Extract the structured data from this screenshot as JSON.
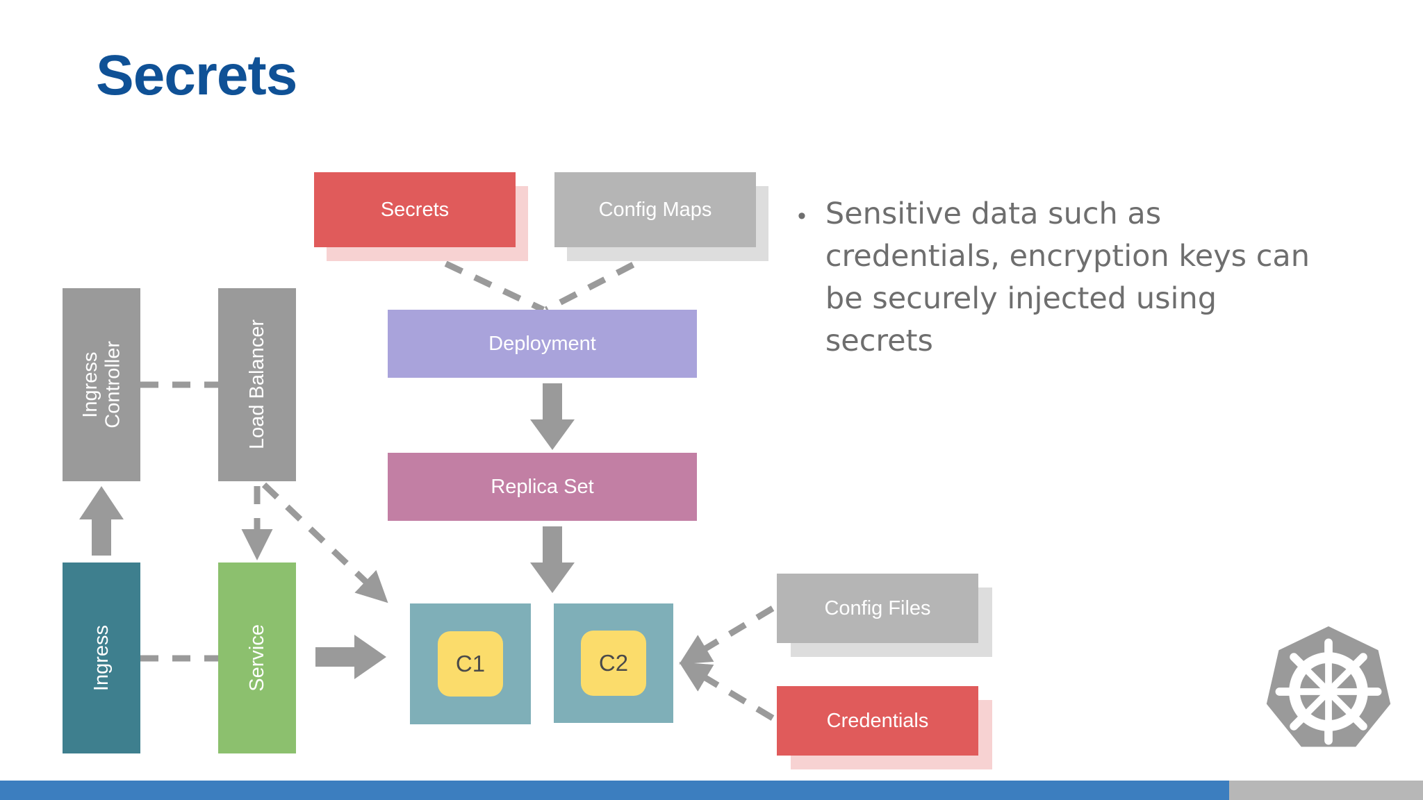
{
  "slide": {
    "title": "Secrets",
    "title_color": "#0F5196",
    "background": "#ffffff"
  },
  "bullets": [
    {
      "marker": "•",
      "text": "Sensitive data such as credentials, encryption keys can be securely injected using secrets"
    }
  ],
  "diagram": {
    "nodes": {
      "secrets": {
        "label": "Secrets",
        "color": "#E05B5B",
        "shadow_color": "#F7D2D2"
      },
      "config_maps": {
        "label": "Config Maps",
        "color": "#B5B5B5",
        "shadow_color": "#DDDDDD"
      },
      "ingress_controller": {
        "label": "Ingress\nController",
        "line1": "Ingress",
        "line2": "Controller",
        "color": "#9A9A9A"
      },
      "load_balancer": {
        "label": "Load Balancer",
        "color": "#9A9A9A"
      },
      "ingress": {
        "label": "Ingress",
        "color": "#3E7F8E"
      },
      "service": {
        "label": "Service",
        "color": "#8CC06E"
      },
      "deployment": {
        "label": "Deployment",
        "color": "#A9A3DB"
      },
      "replica_set": {
        "label": "Replica Set",
        "color": "#C27FA4"
      },
      "container_1": {
        "label": "C1",
        "pod_color": "#7FAFB8",
        "container_color": "#FBDC6B"
      },
      "container_2": {
        "label": "C2",
        "pod_color": "#7FAFB8",
        "container_color": "#FBDC6B"
      },
      "config_files": {
        "label": "Config Files",
        "color": "#B5B5B5",
        "shadow_color": "#DDDDDD"
      },
      "credentials": {
        "label": "Credentials",
        "color": "#E05B5B",
        "shadow_color": "#F7D2D2"
      }
    },
    "connector_color": "#9A9A9A"
  },
  "logo": {
    "name": "kubernetes-logo",
    "color": "#9A9A9A"
  },
  "progress": {
    "percent": "86.4%",
    "fill_color": "#3C7EBF",
    "track_color": "#B7B7B7"
  }
}
